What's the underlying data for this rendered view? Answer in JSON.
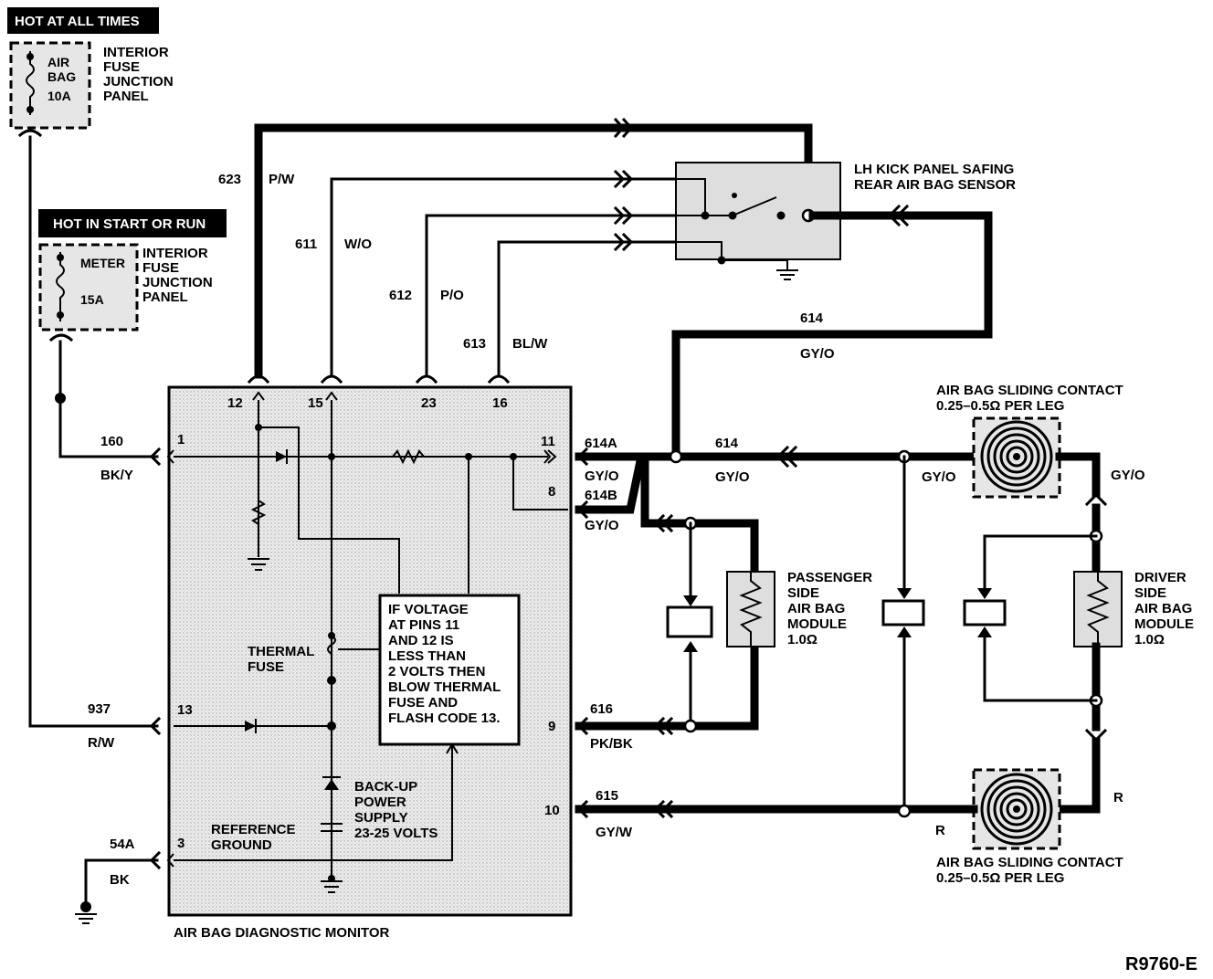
{
  "power": {
    "hot_at_all_times": "HOT AT ALL TIMES",
    "hot_in_start_or_run": "HOT IN START OR RUN",
    "fuse1": {
      "name_line1": "AIR",
      "name_line2": "BAG",
      "rating": "10A",
      "panel_lines": [
        "INTERIOR",
        "FUSE",
        "JUNCTION",
        "PANEL"
      ]
    },
    "fuse2": {
      "name": "METER",
      "rating": "15A",
      "panel_lines": [
        "INTERIOR",
        "FUSE",
        "JUNCTION",
        "PANEL"
      ]
    }
  },
  "sensor": {
    "label_line1": "LH KICK PANEL SAFING",
    "label_line2": "REAR AIR BAG SENSOR"
  },
  "monitor": {
    "label": "AIR BAG DIAGNOSTIC MONITOR",
    "note_lines": [
      "IF VOLTAGE",
      "AT PINS 11",
      "AND 12 IS",
      "LESS THAN",
      "2 VOLTS THEN",
      "BLOW THERMAL",
      "FUSE AND",
      "FLASH CODE 13."
    ],
    "thermal_fuse": [
      "THERMAL",
      "FUSE"
    ],
    "backup": [
      "BACK-UP",
      "POWER",
      "SUPPLY",
      "23-25 VOLTS"
    ],
    "ref_ground": [
      "REFERENCE",
      "GROUND"
    ],
    "pins": {
      "p12": "12",
      "p15": "15",
      "p23": "23",
      "p16": "16",
      "p1": "1",
      "p11": "11",
      "p8": "8",
      "p13": "13",
      "p9": "9",
      "p10": "10",
      "p3": "3"
    }
  },
  "wires": {
    "w623": {
      "circuit": "623",
      "color": "P/W"
    },
    "w611": {
      "circuit": "611",
      "color": "W/O"
    },
    "w612": {
      "circuit": "612",
      "color": "P/O"
    },
    "w613": {
      "circuit": "613",
      "color": "BL/W"
    },
    "w614_top": {
      "circuit": "614",
      "color": "GY/O"
    },
    "w614_mid": {
      "circuit": "614",
      "color": "GY/O"
    },
    "w614a": {
      "circuit": "614A",
      "color": "GY/O"
    },
    "w614b": {
      "circuit": "614B",
      "color": "GY/O"
    },
    "w614_right_color": "GY/O",
    "w614_far_right_color": "GY/O",
    "w160": {
      "circuit": "160",
      "color": "BK/Y"
    },
    "w937": {
      "circuit": "937",
      "color": "R/W"
    },
    "w54a": {
      "circuit": "54A",
      "color": "BK"
    },
    "w616": {
      "circuit": "616",
      "color": "PK/BK"
    },
    "w615": {
      "circuit": "615",
      "color": "GY/W"
    },
    "r_bottom": "R",
    "r_right": "R"
  },
  "modules": {
    "passenger": {
      "lines": [
        "PASSENGER",
        "SIDE",
        "AIR BAG",
        "MODULE",
        "1.0Ω"
      ]
    },
    "driver": {
      "lines": [
        "DRIVER",
        "SIDE",
        "AIR BAG",
        "MODULE",
        "1.0Ω"
      ]
    }
  },
  "sliding_contact_top": {
    "line1": "AIR BAG SLIDING CONTACT",
    "line2": "0.25–0.5Ω PER LEG"
  },
  "sliding_contact_bottom": {
    "line1": "AIR BAG SLIDING CONTACT",
    "line2": "0.25–0.5Ω PER LEG"
  },
  "figure_id": "R9760-E"
}
